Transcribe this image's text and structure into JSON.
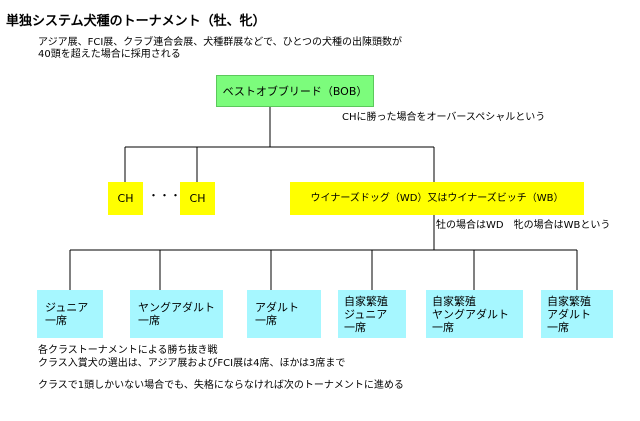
{
  "title": "単独システム犬種のトーナメント（牡、牝）",
  "intro": [
    "アジア展、FCI展、クラブ連合会展、犬種群展などで、ひとつの犬種の出陳頭数が",
    "40頭を超えた場合に採用される"
  ],
  "bob": {
    "label": "ベストオブブリード（BOB）"
  },
  "bob_note": "CHに勝った場合をオーバースペシャルという",
  "ch": [
    {
      "label": "CH"
    },
    {
      "label": "CH"
    }
  ],
  "ellipsis": "・・・・",
  "winners": {
    "label": "ウイナーズドッグ（WD）又はウイナーズビッチ（WB）"
  },
  "winners_note": "牡の場合はWD　牝の場合はWBという",
  "classes": [
    {
      "lines": [
        "ジュニア",
        "一席"
      ]
    },
    {
      "lines": [
        "ヤングアダルト",
        "一席"
      ]
    },
    {
      "lines": [
        "アダルト",
        "一席"
      ]
    },
    {
      "lines": [
        "自家繁殖",
        "ジュニア",
        "一席"
      ]
    },
    {
      "lines": [
        "自家繁殖",
        "ヤングアダルト",
        "一席"
      ]
    },
    {
      "lines": [
        "自家繁殖",
        "アダルト",
        "一席"
      ]
    }
  ],
  "footer": [
    "各クラストーナメントによる勝ち抜き戦",
    "クラス入賞犬の選出は、アジア展およびFCI展は4席、ほかは3席まで",
    "クラスで1頭しかいない場合でも、失格にならなければ次のトーナメントに進める"
  ]
}
